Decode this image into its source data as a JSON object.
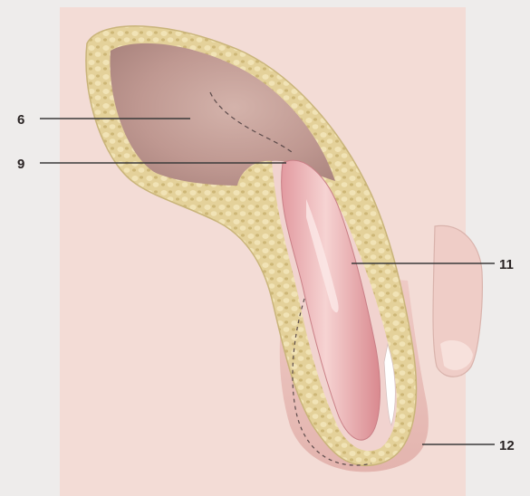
{
  "figure": {
    "callouts": [
      {
        "id": "6",
        "label": "6"
      },
      {
        "id": "9",
        "label": "9"
      },
      {
        "id": "11",
        "label": "11"
      },
      {
        "id": "12",
        "label": "12"
      }
    ],
    "colors": {
      "page_background": "#eeeceb",
      "skin_tone": "#f2dbd5",
      "fat_layer": "#ddc98f",
      "cavity": "#c7a49e",
      "organ": "#e9aeb1",
      "leader_line": "#3a3a3a"
    }
  }
}
